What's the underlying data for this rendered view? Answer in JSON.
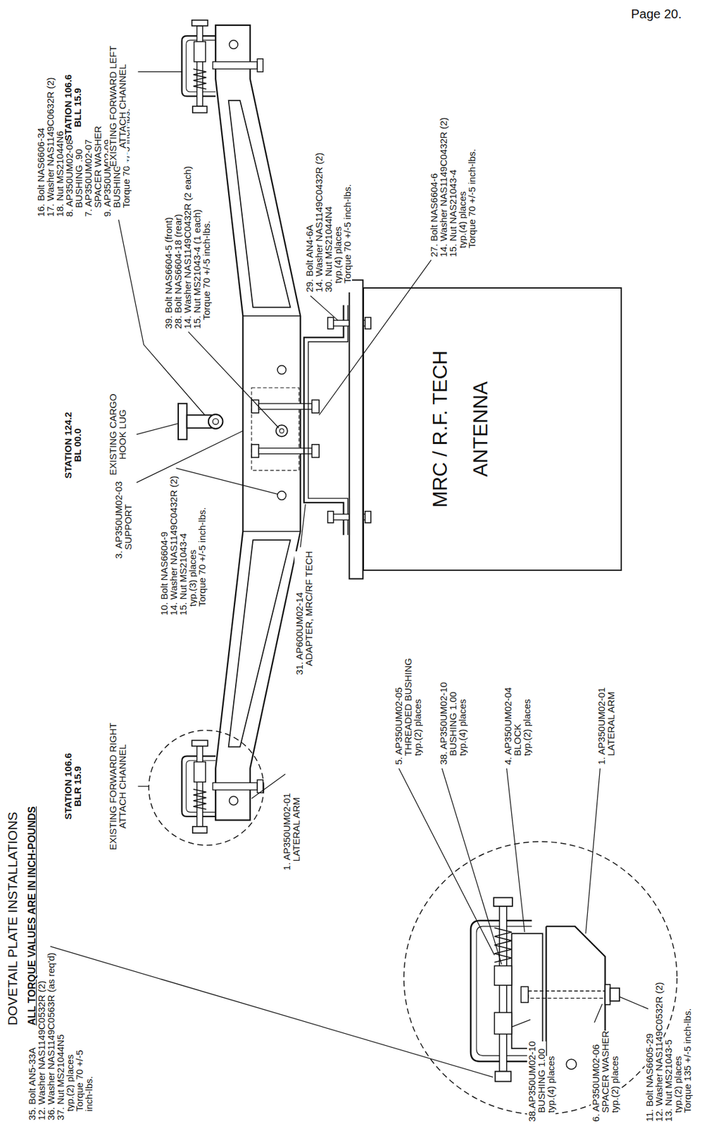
{
  "diagram": {
    "title": "DOVETAIL PLATE INSTALLATIONS",
    "nodes": [
      {
        "text": [
          "MRC / R.F. TECH ANTENNA"
        ]
      }
    ],
    "labels": [
      "ALL TORQUE VALUES ARE IN INCH-POUNDS",
      "Page 20.",
      "16. Bolt NAS6606-34",
      "17. Washer NAS1149C0632R (2)",
      "18. Nut MS21044N6",
      "8. AP350UM02-08 BUSHING .90",
      "7. AP350UM02-07 SPACER WASHER",
      "9. AP350UM02-09 BUSHING .56",
      "Torque 70 +/-5 inch-lbs.",
      "STATION 106.6 BLL 15.9",
      "EXISTING FORWARD LEFT ATTACH CHANNEL",
      "29. Bolt AN4-6A",
      "14. Washer NAS1149C0432R (2)",
      "30. Nut MS21044N4",
      "typ.(4) places",
      "Torque 70 +/-5 inch-lbs.",
      "39. Bolt NAS6604-5 (front)",
      "28. Bolt NAS6604-18 (rear)",
      "14. Washer NAS1149C0432R (2 each)",
      "15. Nut MS21043-4 (1 each)",
      "Torque 70 +/-5 inch-lbs.",
      "STATION 124.2 BL 00.0",
      "EXISTING CARGO HOOK LUG",
      "3. AP350UM02-03 SUPPORT",
      "27. Bolt NAS6604-6",
      "14. Washer NAS1149C0432R (2)",
      "15. Nut NAS21043-4",
      "typ.(4) places",
      "Torque 70 +/-5 inch-lbs.",
      "10. Bolt NAS6604-9",
      "14. Washer NAS1149C0432R (2)",
      "15. Nut MS21043-4",
      "typ.(3) places",
      "Torque 70 +/-5 inch-lbs.",
      "31. AP600UM02-14 ADAPTER, MRC/RF TECH",
      "STATION 106.6 BLR 15.9",
      "EXISTING FORWARD RIGHT ATTACH CHANNEL",
      "1. AP350UM02-01 LATERAL ARM",
      "5. AP350UM02-05 THREADED BUSHING",
      "typ.(2) places",
      "38. AP350UM02-10 BUSHING 1.00",
      "typ.(4) places",
      "4. AP350UM02-04 BLOCK",
      "typ.(2) places",
      "1. AP350UM02-01 LATERAL ARM",
      "35. Bolt AN5-33A",
      "12. Washer NAS1149C0532R (2)",
      "36. Washer NAS1149C0563R (as req'd)",
      "37. Nut MS21044N5",
      "typ.(2) places",
      "Torque 70 +/-5 inch-lbs.",
      "38.AP350UM02-10 BUSHING 1.00",
      "typ.(4) places",
      "6. AP350UM02-06 SPACER WASHER",
      "typ.(2) places",
      "11. Bolt NAS6605-29",
      "12. Washer NAS1149C0532R (2)",
      "13. Nut MS21043-5",
      "typ.(2) places",
      "Torque 135 +/-5 inch-lbs."
    ]
  }
}
